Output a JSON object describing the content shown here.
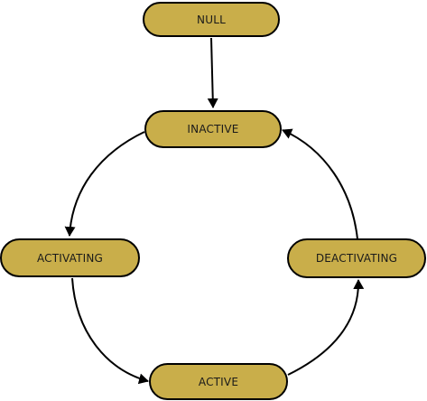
{
  "diagram": {
    "states": {
      "null": "NULL",
      "inactive": "INACTIVE",
      "activating": "ACTIVATING",
      "active": "ACTIVE",
      "deactivating": "DEACTIVATING"
    },
    "transitions": [
      {
        "from": "NULL",
        "to": "INACTIVE"
      },
      {
        "from": "INACTIVE",
        "to": "ACTIVATING"
      },
      {
        "from": "ACTIVATING",
        "to": "ACTIVE"
      },
      {
        "from": "ACTIVE",
        "to": "DEACTIVATING"
      },
      {
        "from": "DEACTIVATING",
        "to": "INACTIVE"
      }
    ],
    "colors": {
      "node_fill": "#c9ae4a",
      "stroke": "#000000",
      "background": "#ffffff"
    }
  }
}
